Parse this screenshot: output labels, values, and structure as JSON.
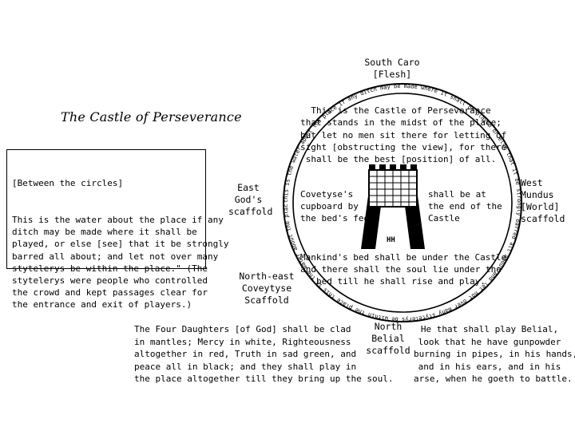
{
  "title": "The Castle of Perseverance",
  "scaffolds": {
    "south": "South Caro\n[Flesh]",
    "east": "East\nGod's\nscaffold",
    "west": "West\nMundus\n[World]\nscaffold",
    "northeast": "North-east\nCoveytyse\nScaffold",
    "north": "North\nBelial\nscaffold"
  },
  "castle_note": "This is the Castle of Perseverance\nthat stands in the midst of the place;\nbut let no men sit there for letting of\nsight [obstructing the view], for there\nshall be the best [position] of all.",
  "cupboard_note": "Covetyse's\ncupboard by\nthe bed's feet",
  "end_note": "shall be at\nthe end of the\nCastle",
  "bed_note": "Mankind's bed shall be under the Castle\nand there shall the soul lie under the\nbed till he shall rise and play.",
  "water_box": {
    "heading": "[Between the circles]",
    "body": "This is the water about the place if any\nditch may be made where it shall be\nplayed, or else [see] that it be strongly\nbarred all about; and let not over many\nstytelerys be within the place.\" (The\nstytelerys were people who controlled\nthe crowd and kept passages clear for\nthe entrance and exit of players.)"
  },
  "daughters_note": "The Four Daughters [of God] shall be clad\nin mantles; Mercy in white, Righteousness\naltogether in red, Truth in sad green, and\npeace all in black; and they shall play in\nthe place altogether till they bring up the soul.",
  "belial_note": "He that shall play Belial,\nlook that he have gunpowder\nburning in pipes, in his hands,\nand in his ears, and in his\narse, when he goeth to battle.",
  "ring_text": "this is the water about the place if any ditch may be made where it shall be played or else that it be strongly barred all about and let not over many stytelerys be within the place this is the water about the place if any ditch may be made where it shall be played or else that it be strongly barred all about",
  "door_text": "HH"
}
